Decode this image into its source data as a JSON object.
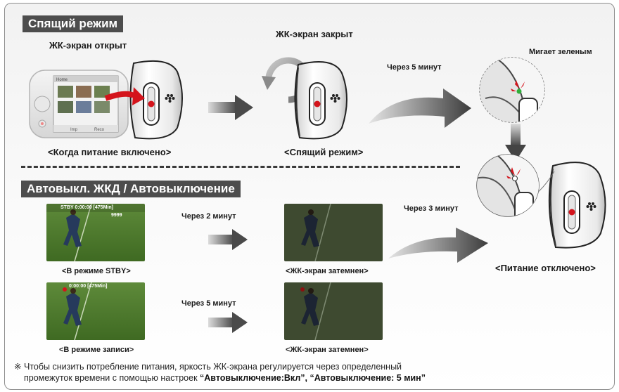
{
  "sections": {
    "sleep_mode": "Спящий режим",
    "auto_off": "Автовыкл. ЖКД / Автовыключение"
  },
  "labels": {
    "lcd_open": "ЖК-экран открыт",
    "lcd_closed": "ЖК-экран закрыт",
    "blink_green": "Мигает зеленым",
    "after_5min_top": "Через 5 минут",
    "when_power_on": "<Когда питание включено>",
    "sleep_mode_caption": "<Спящий режим>",
    "after_2min": "Через 2 минут",
    "after_3min": "Через 3 минут",
    "after_5min_bottom": "Через 5 минут",
    "stby_mode": "<В режиме STBY>",
    "lcd_dim_1": "<ЖК-экран затемнен>",
    "power_off": "<Питание отключено>",
    "record_mode": "<В режиме записи>",
    "lcd_dim_2": "<ЖК-экран затемнен>"
  },
  "osd": {
    "stby_time": "STBY 0:00:00 [475Min]",
    "stby_count": "9999",
    "rec_time": "0:00:00 [475Min]"
  },
  "lcd_menu": {
    "title": "Home",
    "opt1": "Imp",
    "opt2": "Reco"
  },
  "note": {
    "mark": "※",
    "line1": "Чтобы снизить потребление питания, яркость ЖК-экрана регулируется через определенный",
    "line2_prefix": "промежуток времени с помощью настроек ",
    "setting1": "“Автовыключение:Вкл”, ",
    "setting2": "“Автовыключение: 5 мин”"
  },
  "colors": {
    "header_bg": "#4d4d4d",
    "arrow_gray": "#555555",
    "record_red": "#d4141c",
    "led_green": "#2fae3a"
  }
}
